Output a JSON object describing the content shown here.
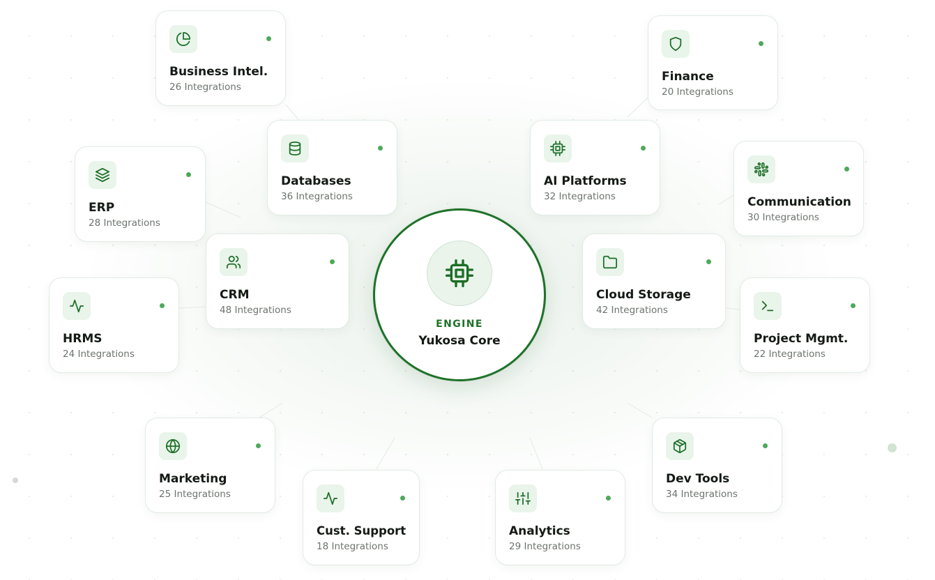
{
  "colors": {
    "accent": "#1e7229",
    "icon_stroke": "#1b6e26",
    "icon_bg": "#e9f4ea",
    "status_dot": "#4ea95a",
    "card_border": "#e1ebe3",
    "title_text": "#141a15",
    "muted_text": "#6c736d"
  },
  "core": {
    "label": "ENGINE",
    "title": "Yukosa Core",
    "icon": "cpu-chip-icon"
  },
  "categories": [
    {
      "key": "business-intel",
      "title": "Business Intel.",
      "count": "26 Integrations",
      "icon": "pie-chart-icon",
      "status": "active"
    },
    {
      "key": "finance",
      "title": "Finance",
      "count": "20 Integrations",
      "icon": "shield-icon",
      "status": "active"
    },
    {
      "key": "databases",
      "title": "Databases",
      "count": "36 Integrations",
      "icon": "database-icon",
      "status": "active"
    },
    {
      "key": "ai-platforms",
      "title": "AI Platforms",
      "count": "32 Integrations",
      "icon": "cpu-chip-icon",
      "status": "active"
    },
    {
      "key": "erp",
      "title": "ERP",
      "count": "28 Integrations",
      "icon": "layers-icon",
      "status": "active"
    },
    {
      "key": "communication",
      "title": "Communication",
      "count": "30 Integrations",
      "icon": "slack-icon",
      "status": "active"
    },
    {
      "key": "crm",
      "title": "CRM",
      "count": "48 Integrations",
      "icon": "users-icon",
      "status": "active"
    },
    {
      "key": "cloud-storage",
      "title": "Cloud Storage",
      "count": "42 Integrations",
      "icon": "folder-icon",
      "status": "active"
    },
    {
      "key": "hrms",
      "title": "HRMS",
      "count": "24 Integrations",
      "icon": "activity-icon",
      "status": "active"
    },
    {
      "key": "project-mgmt",
      "title": "Project Mgmt.",
      "count": "22 Integrations",
      "icon": "terminal-icon",
      "status": "active"
    },
    {
      "key": "marketing",
      "title": "Marketing",
      "count": "25 Integrations",
      "icon": "globe-icon",
      "status": "active"
    },
    {
      "key": "dev-tools",
      "title": "Dev Tools",
      "count": "34 Integrations",
      "icon": "package-icon",
      "status": "active"
    },
    {
      "key": "cust-support",
      "title": "Cust. Support",
      "count": "18 Integrations",
      "icon": "activity-icon",
      "status": "active"
    },
    {
      "key": "analytics",
      "title": "Analytics",
      "count": "29 Integrations",
      "icon": "sliders-icon",
      "status": "active"
    }
  ]
}
